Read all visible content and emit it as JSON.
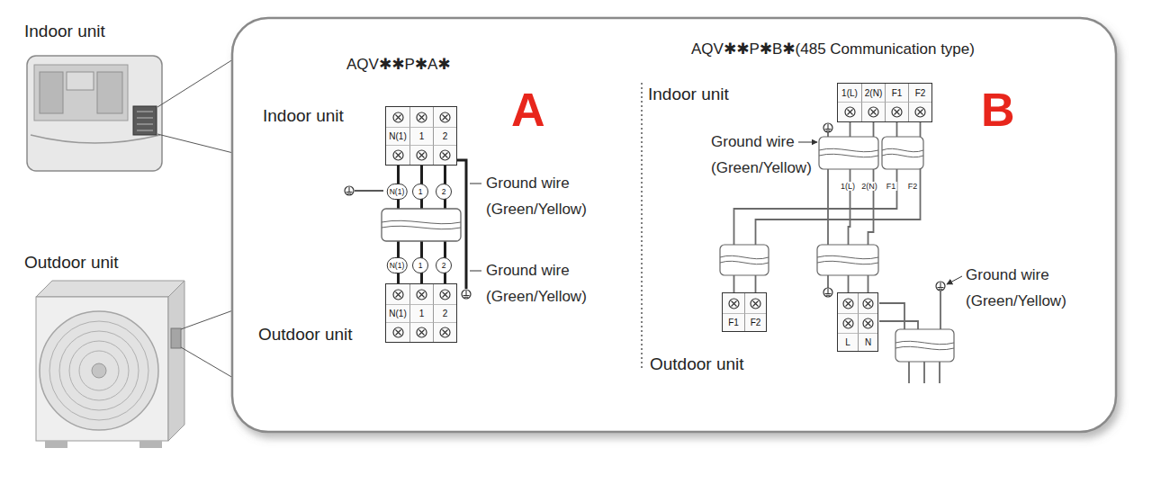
{
  "diagram": {
    "nodes": [
      {
        "text": [
          "N(1)",
          "1",
          "2"
        ]
      },
      {
        "text": [
          "N(1)",
          "1",
          "2"
        ]
      },
      {
        "text": [
          "1(L)",
          "2(N)",
          "F1",
          "F2"
        ]
      },
      {
        "text": [
          "F1",
          "F2"
        ]
      },
      {
        "text": [
          "L",
          "N"
        ]
      }
    ],
    "edges": [
      {
        "from": 0,
        "to": 1,
        "arrow": "none"
      },
      {
        "from": 2,
        "to": 3,
        "arrow": "none"
      },
      {
        "from": 2,
        "to": 4,
        "arrow": "none"
      }
    ],
    "labels": [
      "Indoor unit",
      "Outdoor unit",
      "AQV✱✱P✱A✱",
      "A",
      "Indoor unit",
      "N(1)",
      "1",
      "2",
      "Ground wire (Green/Yellow)",
      "N(1)",
      "1",
      "2",
      "Ground wire (Green/Yellow)",
      "Outdoor unit",
      "AQV✱✱P✱B✱(485 Communication type)",
      "B",
      "Indoor unit",
      "Ground wire (Green/Yellow)",
      "1(L)",
      "2(N)",
      "F1",
      "F2",
      "Ground wire (Green/Yellow)",
      "Outdoor unit"
    ]
  }
}
